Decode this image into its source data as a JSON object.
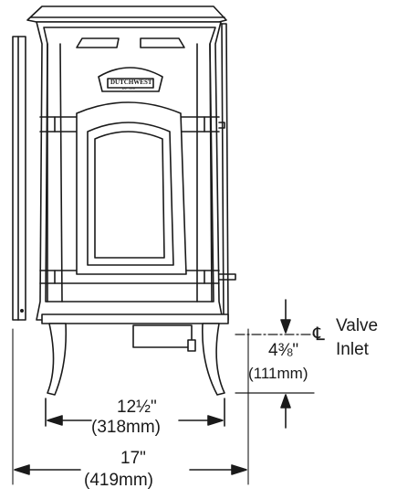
{
  "brand": {
    "logo_text": "DUTCHWEST",
    "logo_subtext": "EST. 1978"
  },
  "dimensions": {
    "inner_width": {
      "imperial": "12½\"",
      "metric": "(318mm)"
    },
    "overall_width": {
      "imperial": "17\"",
      "metric": "(419mm)"
    },
    "inlet_height": {
      "imperial": "4⅜\"",
      "metric": "(111mm)"
    }
  },
  "callout": {
    "symbol": "℄",
    "line1": "Valve",
    "line2": "Inlet"
  },
  "colors": {
    "stroke": "#1a1a1a",
    "background": "#ffffff"
  }
}
